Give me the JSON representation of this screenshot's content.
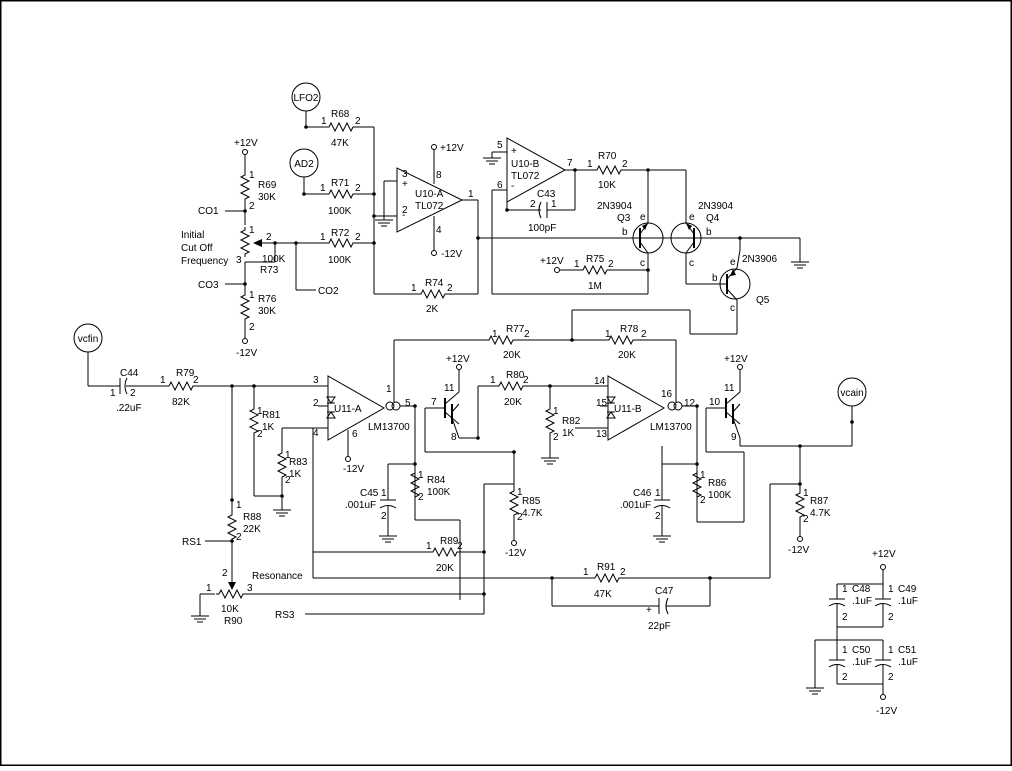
{
  "components": {
    "r68": {
      "ref": "R68",
      "val": "47K"
    },
    "r69": {
      "ref": "R69",
      "val": "30K"
    },
    "r70": {
      "ref": "R70",
      "val": "10K"
    },
    "r71": {
      "ref": "R71",
      "val": "100K"
    },
    "r72": {
      "ref": "R72",
      "val": "100K"
    },
    "r73": {
      "ref": "R73",
      "val": "100K"
    },
    "r74": {
      "ref": "R74",
      "val": "2K"
    },
    "r75": {
      "ref": "R75",
      "val": "1M"
    },
    "r76": {
      "ref": "R76",
      "val": "30K"
    },
    "r77": {
      "ref": "R77",
      "val": "20K"
    },
    "r78": {
      "ref": "R78",
      "val": "20K"
    },
    "r79": {
      "ref": "R79",
      "val": "82K"
    },
    "r80": {
      "ref": "R80",
      "val": "20K"
    },
    "r81": {
      "ref": "R81",
      "val": "1K"
    },
    "r82": {
      "ref": "R82",
      "val": "1K"
    },
    "r83": {
      "ref": "R83",
      "val": "1K"
    },
    "r84": {
      "ref": "R84",
      "val": "100K"
    },
    "r85": {
      "ref": "R85",
      "val": "4.7K"
    },
    "r86": {
      "ref": "R86",
      "val": "100K"
    },
    "r87": {
      "ref": "R87",
      "val": "4.7K"
    },
    "r88": {
      "ref": "R88",
      "val": "22K"
    },
    "r89": {
      "ref": "R89",
      "val": "20K"
    },
    "r90": {
      "ref": "R90",
      "val": "10K"
    },
    "r91": {
      "ref": "R91",
      "val": "47K"
    },
    "c43": {
      "ref": "C43",
      "val": "100pF"
    },
    "c44": {
      "ref": "C44",
      "val": ".22uF"
    },
    "c45": {
      "ref": "C45",
      "val": ".001uF"
    },
    "c46": {
      "ref": "C46",
      "val": ".001uF"
    },
    "c47": {
      "ref": "C47",
      "val": "22pF"
    },
    "c48": {
      "ref": "C48",
      "val": ".1uF"
    },
    "c49": {
      "ref": "C49",
      "val": ".1uF"
    },
    "c50": {
      "ref": "C50",
      "val": ".1uF"
    },
    "c51": {
      "ref": "C51",
      "val": ".1uF"
    },
    "u10a": {
      "ref": "U10-A",
      "val": "TL072"
    },
    "u10b": {
      "ref": "U10-B",
      "val": "TL072"
    },
    "u11a": {
      "ref": "U11-A",
      "val": "LM13700"
    },
    "u11b": {
      "ref": "U11-B",
      "val": "LM13700"
    },
    "q3": {
      "ref": "Q3",
      "val": "2N3904"
    },
    "q4": {
      "ref": "Q4",
      "val": "2N3904"
    },
    "q5": {
      "ref": "Q5",
      "val": "2N3906"
    }
  },
  "nets": {
    "lfo2": "LFO2",
    "ad2": "AD2",
    "vcfin": "vcfin",
    "vcain": "vcain",
    "co1": "CO1",
    "co2": "CO2",
    "co3": "CO3",
    "rs1": "RS1",
    "rs3": "RS3",
    "p12": "+12V",
    "m12": "-12V"
  },
  "labels": {
    "initial": "Initial",
    "cutoff": "Cut Off",
    "frequency": "Frequency",
    "resonance": "Resonance"
  },
  "pins": {
    "p1": "1",
    "p2": "2",
    "p3": "3",
    "p4": "4",
    "p5": "5",
    "p6": "6",
    "p7": "7",
    "p8": "8",
    "p9": "9",
    "p10": "10",
    "p11": "11",
    "p12": "12",
    "p13": "13",
    "p14": "14",
    "p15": "15",
    "p16": "16",
    "plus": "+",
    "minus": "-",
    "b": "b",
    "c": "c",
    "e": "e"
  }
}
